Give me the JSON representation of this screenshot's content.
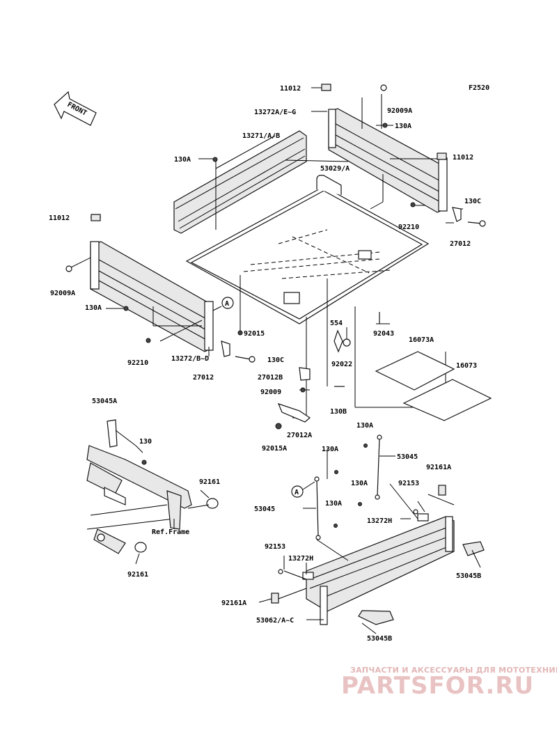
{
  "figure_code": "F2520",
  "front_arrow_text": "FRONT",
  "labels": [
    {
      "id": "l1",
      "text": "11012"
    },
    {
      "id": "l2",
      "text": "92009A"
    },
    {
      "id": "l3",
      "text": "13272A/E~G"
    },
    {
      "id": "l4",
      "text": "130A"
    },
    {
      "id": "l5",
      "text": "13271/A/B"
    },
    {
      "id": "l6",
      "text": "130A"
    },
    {
      "id": "l7",
      "text": "11012"
    },
    {
      "id": "l8",
      "text": "53029/A"
    },
    {
      "id": "l9",
      "text": "130C"
    },
    {
      "id": "l10",
      "text": "92210"
    },
    {
      "id": "l11",
      "text": "27012"
    },
    {
      "id": "l12",
      "text": "11012"
    },
    {
      "id": "l13",
      "text": "92009A"
    },
    {
      "id": "l14",
      "text": "130A"
    },
    {
      "id": "l15",
      "text": "92015"
    },
    {
      "id": "l16",
      "text": "554"
    },
    {
      "id": "l17",
      "text": "92043"
    },
    {
      "id": "l18",
      "text": "92210"
    },
    {
      "id": "l19",
      "text": "13272/B~D"
    },
    {
      "id": "l20",
      "text": "130C"
    },
    {
      "id": "l21",
      "text": "92022"
    },
    {
      "id": "l22",
      "text": "16073A"
    },
    {
      "id": "l23",
      "text": "27012"
    },
    {
      "id": "l24",
      "text": "27012B"
    },
    {
      "id": "l25",
      "text": "16073"
    },
    {
      "id": "l26",
      "text": "92009"
    },
    {
      "id": "l27",
      "text": "130B"
    },
    {
      "id": "l28",
      "text": "53045A"
    },
    {
      "id": "l29",
      "text": "27012A"
    },
    {
      "id": "l30",
      "text": "92015A"
    },
    {
      "id": "l31",
      "text": "130A"
    },
    {
      "id": "l32",
      "text": "130"
    },
    {
      "id": "l33",
      "text": "130A"
    },
    {
      "id": "l34",
      "text": "53045"
    },
    {
      "id": "l35",
      "text": "92161A"
    },
    {
      "id": "l36",
      "text": "92161"
    },
    {
      "id": "l37",
      "text": "130A"
    },
    {
      "id": "l38",
      "text": "92153"
    },
    {
      "id": "l39",
      "text": "53045"
    },
    {
      "id": "l40",
      "text": "130A"
    },
    {
      "id": "l41",
      "text": "13272H"
    },
    {
      "id": "l42",
      "text": "Ref.Frame"
    },
    {
      "id": "l43",
      "text": "92153"
    },
    {
      "id": "l44",
      "text": "13272H"
    },
    {
      "id": "l45",
      "text": "53045B"
    },
    {
      "id": "l46",
      "text": "92161"
    },
    {
      "id": "l47",
      "text": "92161A"
    },
    {
      "id": "l48",
      "text": "53062/A~C"
    },
    {
      "id": "l49",
      "text": "53045B"
    }
  ],
  "ref_markers": [
    "A",
    "A"
  ],
  "watermark": {
    "line1": "ЗАПЧАСТИ И АКСЕССУАРЫ ДЛЯ МОТОТЕХНИКИ",
    "line2": "PARTSFOR.RU"
  }
}
